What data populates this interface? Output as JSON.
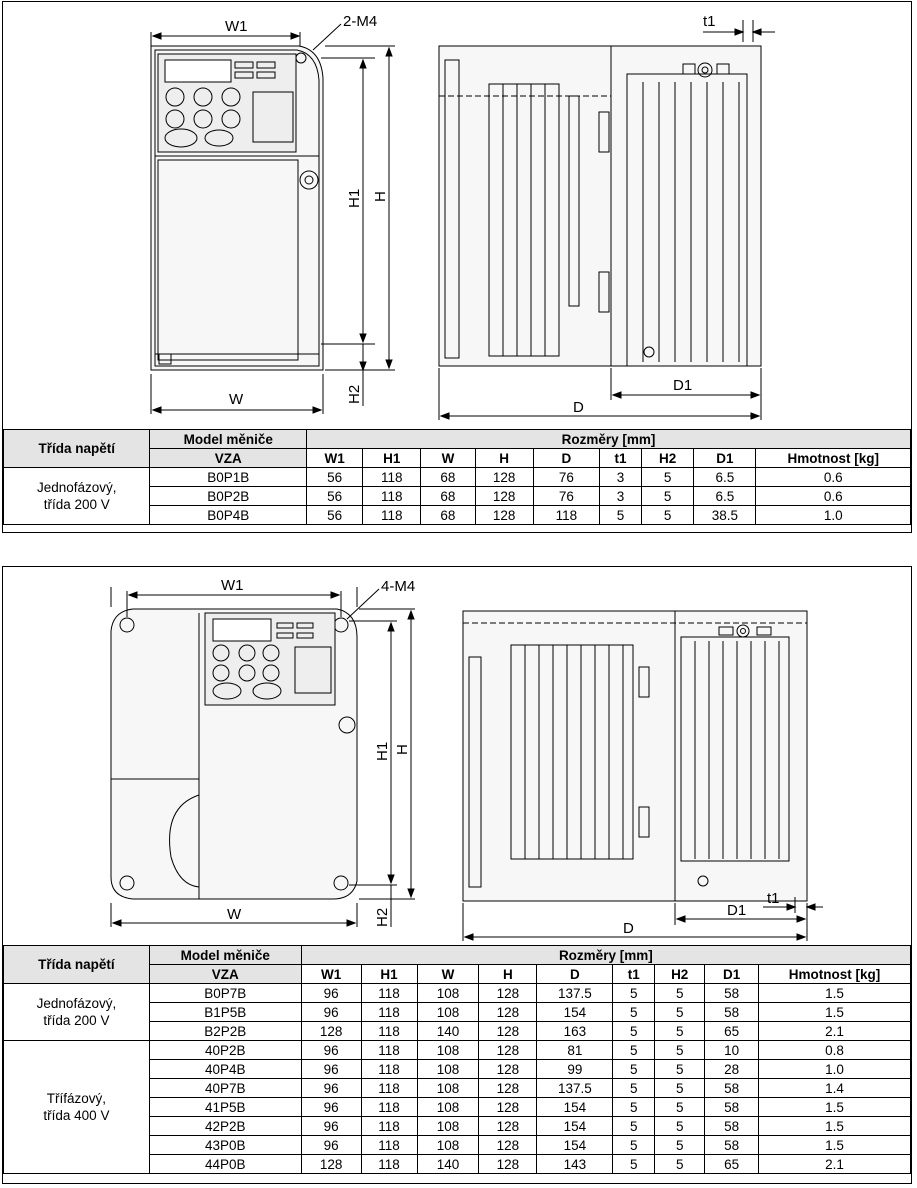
{
  "section1": {
    "drawing_labels": {
      "w1": "W1",
      "mount": "2-M4",
      "t1": "t1",
      "h1": "H1",
      "h": "H",
      "h2": "H2",
      "w": "W",
      "d": "D",
      "d1": "D1"
    },
    "table": {
      "header_class": "Třída napětí",
      "header_model_line1": "Model měniče",
      "header_model_line2": "VZA",
      "header_dims": "Rozměry [mm]",
      "columns": [
        "W1",
        "H1",
        "W",
        "H",
        "D",
        "t1",
        "H2",
        "D1",
        "Hmotnost [kg]"
      ],
      "groups": [
        {
          "class_line1": "Jednofázový,",
          "class_line2": "třída 200 V",
          "rows": [
            [
              "B0P1B",
              "56",
              "118",
              "68",
              "128",
              "76",
              "3",
              "5",
              "6.5",
              "0.6"
            ],
            [
              "B0P2B",
              "56",
              "118",
              "68",
              "128",
              "76",
              "3",
              "5",
              "6.5",
              "0.6"
            ],
            [
              "B0P4B",
              "56",
              "118",
              "68",
              "128",
              "118",
              "5",
              "5",
              "38.5",
              "1.0"
            ]
          ]
        }
      ]
    }
  },
  "section2": {
    "drawing_labels": {
      "w1": "W1",
      "mount": "4-M4",
      "t1": "t1",
      "h1": "H1",
      "h": "H",
      "h2": "H2",
      "w": "W",
      "d": "D",
      "d1": "D1"
    },
    "table": {
      "header_class": "Třída napětí",
      "header_model_line1": "Model měniče",
      "header_model_line2": "VZA",
      "header_dims": "Rozměry [mm]",
      "columns": [
        "W1",
        "H1",
        "W",
        "H",
        "D",
        "t1",
        "H2",
        "D1",
        "Hmotnost [kg]"
      ],
      "groups": [
        {
          "class_line1": "Jednofázový,",
          "class_line2": "třída 200 V",
          "rows": [
            [
              "B0P7B",
              "96",
              "118",
              "108",
              "128",
              "137.5",
              "5",
              "5",
              "58",
              "1.5"
            ],
            [
              "B1P5B",
              "96",
              "118",
              "108",
              "128",
              "154",
              "5",
              "5",
              "58",
              "1.5"
            ],
            [
              "B2P2B",
              "128",
              "118",
              "140",
              "128",
              "163",
              "5",
              "5",
              "65",
              "2.1"
            ]
          ]
        },
        {
          "class_line1": "Třífázový,",
          "class_line2": "třída 400 V",
          "rows": [
            [
              "40P2B",
              "96",
              "118",
              "108",
              "128",
              "81",
              "5",
              "5",
              "10",
              "0.8"
            ],
            [
              "40P4B",
              "96",
              "118",
              "108",
              "128",
              "99",
              "5",
              "5",
              "28",
              "1.0"
            ],
            [
              "40P7B",
              "96",
              "118",
              "108",
              "128",
              "137.5",
              "5",
              "5",
              "58",
              "1.4"
            ],
            [
              "41P5B",
              "96",
              "118",
              "108",
              "128",
              "154",
              "5",
              "5",
              "58",
              "1.5"
            ],
            [
              "42P2B",
              "96",
              "118",
              "108",
              "128",
              "154",
              "5",
              "5",
              "58",
              "1.5"
            ],
            [
              "43P0B",
              "96",
              "118",
              "108",
              "128",
              "154",
              "5",
              "5",
              "58",
              "1.5"
            ],
            [
              "44P0B",
              "128",
              "118",
              "140",
              "128",
              "143",
              "5",
              "5",
              "65",
              "2.1"
            ]
          ]
        }
      ]
    }
  }
}
